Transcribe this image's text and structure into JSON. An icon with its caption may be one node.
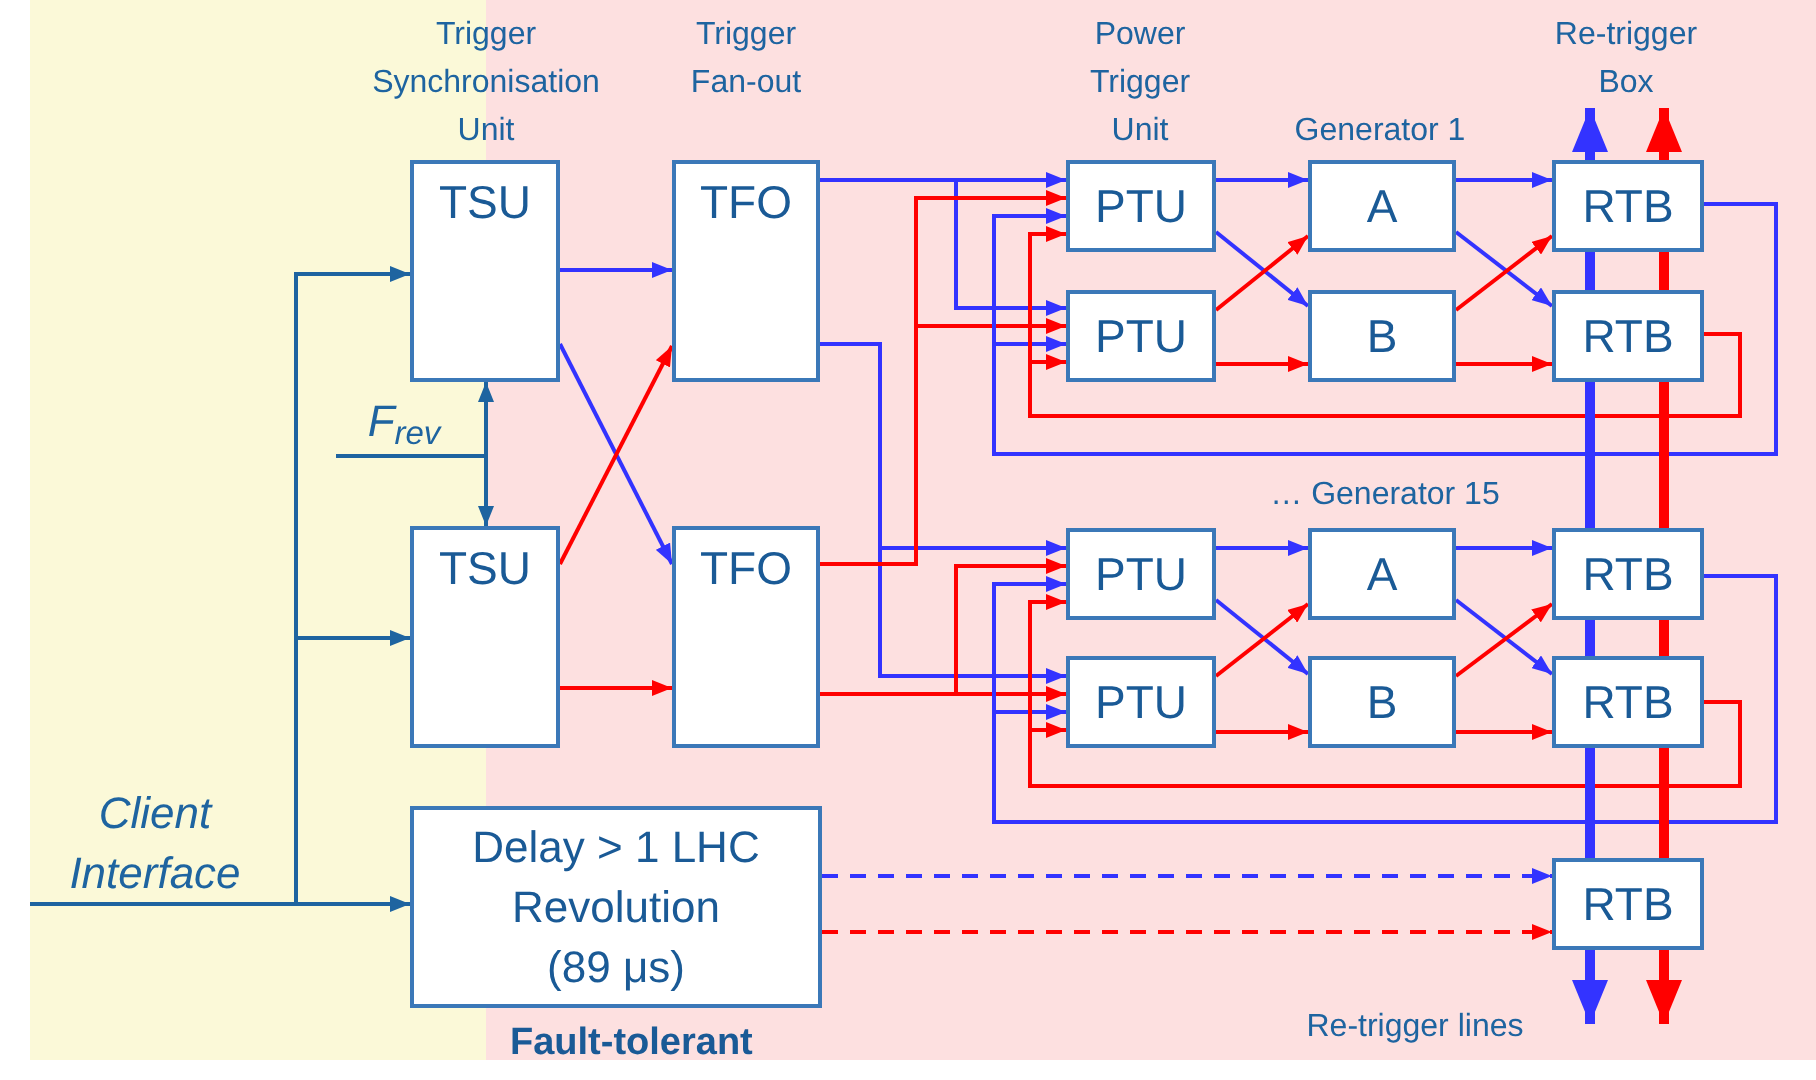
{
  "diagram": {
    "nodes": [
      {
        "text": [
          "Fault-tolerant"
        ]
      },
      {
        "text": [
          "Client Interface"
        ]
      },
      {
        "text": [
          "TSU"
        ]
      },
      {
        "text": [
          "F$_{rev}$"
        ]
      },
      {
        "text": [
          "TSU"
        ]
      },
      {
        "text": [
          "Delay > 1 LHC Revolution (89 μs)"
        ]
      },
      {
        "text": [
          "TFO"
        ],
        "in": 0
      },
      {
        "text": [
          "TFO"
        ],
        "in": 0
      },
      {
        "text": [
          "PTU"
        ],
        "in": 0
      },
      {
        "text": [
          "PTU"
        ],
        "in": 0
      },
      {
        "text": [
          "PTU"
        ],
        "in": 0
      },
      {
        "text": [
          "PTU"
        ],
        "in": 0
      },
      {
        "text": [
          "A"
        ],
        "in": 0
      },
      {
        "text": [
          "B"
        ],
        "in": 0
      },
      {
        "text": [
          "A"
        ],
        "in": 0
      },
      {
        "text": [
          "B"
        ],
        "in": 0
      },
      {
        "text": [
          "RTB"
        ],
        "in": 0
      },
      {
        "text": [
          "RTB"
        ],
        "in": 0
      },
      {
        "text": [
          "RTB"
        ],
        "in": 0
      },
      {
        "text": [
          "RTB"
        ],
        "in": 0
      },
      {
        "text": [
          "RTB"
        ],
        "in": 0
      },
      {
        "text": [
          "Re-trigger Box"
        ],
        "in": 0
      }
    ],
    "edges": [
      {
        "from": 1,
        "to": 2,
        "arrow": "to",
        "color": "#1e64a0"
      },
      {
        "from": 1,
        "to": 4,
        "arrow": "to",
        "color": "#1e64a0"
      },
      {
        "from": 1,
        "to": 5,
        "arrow": "to",
        "color": "#1e64a0"
      },
      {
        "from": 3,
        "to": 2,
        "arrow": "to",
        "color": "#1e64a0"
      },
      {
        "from": 3,
        "to": 4,
        "arrow": "to",
        "color": "#1e64a0"
      },
      {
        "from": 2,
        "to": 6,
        "arrow": "to",
        "color": "#3333ff"
      },
      {
        "from": 2,
        "to": 7,
        "arrow": "to",
        "color": "#3333ff"
      },
      {
        "from": 4,
        "to": 6,
        "arrow": "to",
        "color": "#ff0000"
      },
      {
        "from": 4,
        "to": 7,
        "arrow": "to",
        "color": "#ff0000"
      },
      {
        "from": 6,
        "to": 8,
        "arrow": "to",
        "color": "#3333ff"
      },
      {
        "from": 6,
        "to": 9,
        "arrow": "to",
        "color": "#3333ff"
      },
      {
        "from": 6,
        "to": 10,
        "arrow": "to",
        "color": "#3333ff"
      },
      {
        "from": 6,
        "to": 11,
        "arrow": "to",
        "color": "#3333ff"
      },
      {
        "from": 7,
        "to": 8,
        "arrow": "to",
        "color": "#ff0000"
      },
      {
        "from": 7,
        "to": 9,
        "arrow": "to",
        "color": "#ff0000"
      },
      {
        "from": 7,
        "to": 10,
        "arrow": "to",
        "color": "#ff0000"
      },
      {
        "from": 7,
        "to": 11,
        "arrow": "to",
        "color": "#ff0000"
      },
      {
        "from": 16,
        "to": 8,
        "arrow": "to",
        "color": "#3333ff"
      },
      {
        "from": 16,
        "to": 9,
        "arrow": "to",
        "color": "#3333ff"
      },
      {
        "from": 17,
        "to": 8,
        "arrow": "to",
        "color": "#ff0000"
      },
      {
        "from": 17,
        "to": 9,
        "arrow": "to",
        "color": "#ff0000"
      },
      {
        "from": 18,
        "to": 10,
        "arrow": "to",
        "color": "#3333ff"
      },
      {
        "from": 18,
        "to": 11,
        "arrow": "to",
        "color": "#3333ff"
      },
      {
        "from": 19,
        "to": 10,
        "arrow": "to",
        "color": "#ff0000"
      },
      {
        "from": 19,
        "to": 11,
        "arrow": "to",
        "color": "#ff0000"
      },
      {
        "from": 8,
        "to": 12,
        "arrow": "to",
        "color": "#3333ff"
      },
      {
        "from": 8,
        "to": 13,
        "arrow": "to",
        "color": "#3333ff"
      },
      {
        "from": 9,
        "to": 12,
        "arrow": "to",
        "color": "#ff0000"
      },
      {
        "from": 9,
        "to": 13,
        "arrow": "to",
        "color": "#ff0000"
      },
      {
        "from": 10,
        "to": 14,
        "arrow": "to",
        "color": "#3333ff"
      },
      {
        "from": 10,
        "to": 15,
        "arrow": "to",
        "color": "#3333ff"
      },
      {
        "from": 11,
        "to": 14,
        "arrow": "to",
        "color": "#ff0000"
      },
      {
        "from": 11,
        "to": 15,
        "arrow": "to",
        "color": "#ff0000"
      },
      {
        "from": 12,
        "to": 16,
        "arrow": "to",
        "color": "#3333ff"
      },
      {
        "from": 12,
        "to": 17,
        "arrow": "to",
        "color": "#3333ff"
      },
      {
        "from": 13,
        "to": 16,
        "arrow": "to",
        "color": "#ff0000"
      },
      {
        "from": 13,
        "to": 17,
        "arrow": "to",
        "color": "#ff0000"
      },
      {
        "from": 14,
        "to": 18,
        "arrow": "to",
        "color": "#3333ff"
      },
      {
        "from": 14,
        "to": 19,
        "arrow": "to",
        "color": "#3333ff"
      },
      {
        "from": 15,
        "to": 18,
        "arrow": "to",
        "color": "#ff0000"
      },
      {
        "from": 15,
        "to": 19,
        "arrow": "to",
        "color": "#ff0000"
      },
      {
        "from": 5,
        "to": 20,
        "arrow": "to",
        "style": "dashed",
        "color": "#3333ff"
      },
      {
        "from": 5,
        "to": 20,
        "arrow": "to",
        "style": "dashed",
        "color": "#ff0000"
      },
      {
        "from": 16,
        "to": 21,
        "arrow": "to",
        "style": "thick",
        "color": "#3333ff"
      },
      {
        "from": 16,
        "to": 17,
        "arrow": "none",
        "style": "thick",
        "color": "#3333ff"
      },
      {
        "from": 17,
        "to": 18,
        "arrow": "none",
        "style": "thick",
        "color": "#3333ff"
      },
      {
        "from": 18,
        "to": 19,
        "arrow": "none",
        "style": "thick",
        "color": "#3333ff"
      },
      {
        "from": 19,
        "to": 20,
        "arrow": "none",
        "style": "thick",
        "color": "#3333ff"
      },
      {
        "from": 20,
        "to": null,
        "arrow": "to",
        "style": "thick",
        "color": "#3333ff"
      },
      {
        "from": 16,
        "to": 21,
        "arrow": "to",
        "style": "thick",
        "color": "#ff0000"
      },
      {
        "from": 16,
        "to": 17,
        "arrow": "none",
        "style": "thick",
        "color": "#ff0000"
      },
      {
        "from": 17,
        "to": 18,
        "arrow": "none",
        "style": "thick",
        "color": "#ff0000"
      },
      {
        "from": 18,
        "to": 19,
        "arrow": "none",
        "style": "thick",
        "color": "#ff0000"
      },
      {
        "from": 19,
        "to": 20,
        "arrow": "none",
        "style": "thick",
        "color": "#ff0000"
      },
      {
        "from": 20,
        "to": null,
        "arrow": "to",
        "style": "thick",
        "color": "#ff0000"
      }
    ],
    "labels": [
      "Trigger Synchronisation Unit",
      "Trigger Fan-out",
      "Power Trigger Unit",
      "Generator 1",
      "… Generator 15",
      "Re-trigger lines"
    ]
  }
}
